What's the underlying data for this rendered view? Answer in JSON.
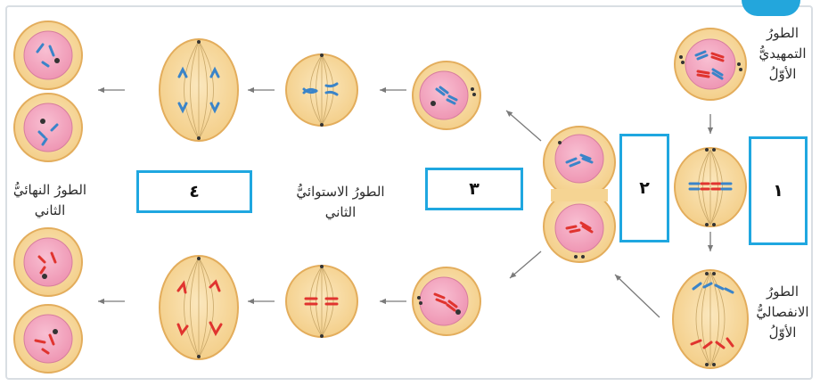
{
  "stage_labels": {
    "prophase_1": [
      "الطورُ",
      "التمهيديُّ",
      "الأوّلُ"
    ],
    "anaphase_1": [
      "الطورُ",
      "الانفصاليُّ",
      "الأوّلُ"
    ],
    "metaphase_2": [
      "الطورُ الاستوائيُّ",
      "الثاني"
    ],
    "telophase_2": [
      "الطورُ النهائيُّ",
      "الثاني"
    ]
  },
  "answer_boxes": {
    "box_1": "١",
    "box_2": "٢",
    "box_3": "٣",
    "box_4": "٤"
  },
  "colors": {
    "cell_fill": "#f7d9a0",
    "cell_border": "#e3ad5c",
    "nucleus_fill": "#f4a9c2",
    "spindle": "#c9a86a",
    "maternal_chromosome": "#e0342f",
    "paternal_chromosome": "#3a84c9",
    "box_border": "#1fa7e0",
    "arrow": "#7a7a7a"
  }
}
